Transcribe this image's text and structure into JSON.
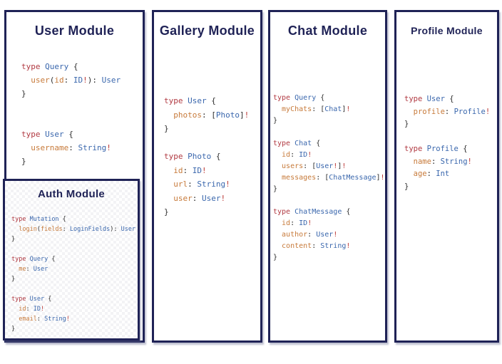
{
  "colors": {
    "navy": "#1f2256",
    "keyword_red": "#b13a42",
    "type_blue": "#3a67ad",
    "field_orange": "#c77a3a",
    "bang_red": "#bc3b38",
    "punct_dark": "#2e2e2e"
  },
  "modules": {
    "user": {
      "title": "User Module",
      "code": [
        [
          [
            "type",
            "k"
          ],
          [
            " ",
            "p"
          ],
          [
            "Query",
            "t"
          ],
          [
            " {",
            "p"
          ]
        ],
        [
          [
            "  user",
            "f"
          ],
          [
            "(",
            "p"
          ],
          [
            "id",
            "f"
          ],
          [
            ": ",
            "p"
          ],
          [
            "ID",
            "t"
          ],
          [
            "!",
            "b"
          ],
          [
            "): ",
            "p"
          ],
          [
            "User",
            "t"
          ]
        ],
        [
          [
            "}",
            "p"
          ]
        ],
        [],
        [],
        [
          [
            "type",
            "k"
          ],
          [
            " ",
            "p"
          ],
          [
            "User",
            "t"
          ],
          [
            " {",
            "p"
          ]
        ],
        [
          [
            "  username",
            "f"
          ],
          [
            ": ",
            "p"
          ],
          [
            "String",
            "t"
          ],
          [
            "!",
            "b"
          ]
        ],
        [
          [
            "}",
            "p"
          ]
        ]
      ]
    },
    "auth": {
      "title": "Auth Module",
      "code": [
        [
          [
            "type",
            "k"
          ],
          [
            " ",
            "p"
          ],
          [
            "Mutation",
            "t"
          ],
          [
            " {",
            "p"
          ]
        ],
        [
          [
            "  login",
            "f"
          ],
          [
            "(",
            "p"
          ],
          [
            "fields",
            "f"
          ],
          [
            ": ",
            "p"
          ],
          [
            "LoginFields",
            "t"
          ],
          [
            "): ",
            "p"
          ],
          [
            "User",
            "t"
          ]
        ],
        [
          [
            "}",
            "p"
          ]
        ],
        [],
        [
          [
            "type",
            "k"
          ],
          [
            " ",
            "p"
          ],
          [
            "Query",
            "t"
          ],
          [
            " {",
            "p"
          ]
        ],
        [
          [
            "  me",
            "f"
          ],
          [
            ": ",
            "p"
          ],
          [
            "User",
            "t"
          ]
        ],
        [
          [
            "}",
            "p"
          ]
        ],
        [],
        [
          [
            "type",
            "k"
          ],
          [
            " ",
            "p"
          ],
          [
            "User",
            "t"
          ],
          [
            " {",
            "p"
          ]
        ],
        [
          [
            "  id",
            "f"
          ],
          [
            ": ",
            "p"
          ],
          [
            "ID",
            "t"
          ],
          [
            "!",
            "b"
          ]
        ],
        [
          [
            "  email",
            "f"
          ],
          [
            ": ",
            "p"
          ],
          [
            "String",
            "t"
          ],
          [
            "!",
            "b"
          ]
        ],
        [
          [
            "}",
            "p"
          ]
        ]
      ]
    },
    "gallery": {
      "title": "Gallery Module",
      "code": [
        [
          [
            "type",
            "k"
          ],
          [
            " ",
            "p"
          ],
          [
            "User",
            "t"
          ],
          [
            " {",
            "p"
          ]
        ],
        [
          [
            "  photos",
            "f"
          ],
          [
            ": [",
            "p"
          ],
          [
            "Photo",
            "t"
          ],
          [
            "]",
            "p"
          ],
          [
            "!",
            "b"
          ]
        ],
        [
          [
            "}",
            "p"
          ]
        ],
        [],
        [
          [
            "type",
            "k"
          ],
          [
            " ",
            "p"
          ],
          [
            "Photo",
            "t"
          ],
          [
            " {",
            "p"
          ]
        ],
        [
          [
            "  id",
            "f"
          ],
          [
            ": ",
            "p"
          ],
          [
            "ID",
            "t"
          ],
          [
            "!",
            "b"
          ]
        ],
        [
          [
            "  url",
            "f"
          ],
          [
            ": ",
            "p"
          ],
          [
            "String",
            "t"
          ],
          [
            "!",
            "b"
          ]
        ],
        [
          [
            "  user",
            "f"
          ],
          [
            ": ",
            "p"
          ],
          [
            "User",
            "t"
          ],
          [
            "!",
            "b"
          ]
        ],
        [
          [
            "}",
            "p"
          ]
        ]
      ]
    },
    "chat": {
      "title": "Chat Module",
      "code": [
        [
          [
            "type",
            "k"
          ],
          [
            " ",
            "p"
          ],
          [
            "Query",
            "t"
          ],
          [
            " {",
            "p"
          ]
        ],
        [
          [
            "  myChats",
            "f"
          ],
          [
            ": [",
            "p"
          ],
          [
            "Chat",
            "t"
          ],
          [
            "]",
            "p"
          ],
          [
            "!",
            "b"
          ]
        ],
        [
          [
            "}",
            "p"
          ]
        ],
        [],
        [
          [
            "type",
            "k"
          ],
          [
            " ",
            "p"
          ],
          [
            "Chat",
            "t"
          ],
          [
            " {",
            "p"
          ]
        ],
        [
          [
            "  id",
            "f"
          ],
          [
            ": ",
            "p"
          ],
          [
            "ID",
            "t"
          ],
          [
            "!",
            "b"
          ]
        ],
        [
          [
            "  users",
            "f"
          ],
          [
            ": [",
            "p"
          ],
          [
            "User",
            "t"
          ],
          [
            "!",
            "b"
          ],
          [
            "]",
            "p"
          ],
          [
            "!",
            "b"
          ]
        ],
        [
          [
            "  messages",
            "f"
          ],
          [
            ": [",
            "p"
          ],
          [
            "ChatMessage",
            "t"
          ],
          [
            "]",
            "p"
          ],
          [
            "!",
            "b"
          ]
        ],
        [
          [
            "}",
            "p"
          ]
        ],
        [],
        [
          [
            "type",
            "k"
          ],
          [
            " ",
            "p"
          ],
          [
            "ChatMessage",
            "t"
          ],
          [
            " {",
            "p"
          ]
        ],
        [
          [
            "  id",
            "f"
          ],
          [
            ": ",
            "p"
          ],
          [
            "ID",
            "t"
          ],
          [
            "!",
            "b"
          ]
        ],
        [
          [
            "  author",
            "f"
          ],
          [
            ": ",
            "p"
          ],
          [
            "User",
            "t"
          ],
          [
            "!",
            "b"
          ]
        ],
        [
          [
            "  content",
            "f"
          ],
          [
            ": ",
            "p"
          ],
          [
            "String",
            "t"
          ],
          [
            "!",
            "b"
          ]
        ],
        [
          [
            "}",
            "p"
          ]
        ]
      ]
    },
    "profile": {
      "title": "Profile Module",
      "code": [
        [
          [
            "type",
            "k"
          ],
          [
            " ",
            "p"
          ],
          [
            "User",
            "t"
          ],
          [
            " {",
            "p"
          ]
        ],
        [
          [
            "  profile",
            "f"
          ],
          [
            ": ",
            "p"
          ],
          [
            "Profile",
            "t"
          ],
          [
            "!",
            "b"
          ]
        ],
        [
          [
            "}",
            "p"
          ]
        ],
        [],
        [
          [
            "type",
            "k"
          ],
          [
            " ",
            "p"
          ],
          [
            "Profile",
            "t"
          ],
          [
            " {",
            "p"
          ]
        ],
        [
          [
            "  name",
            "f"
          ],
          [
            ": ",
            "p"
          ],
          [
            "String",
            "t"
          ],
          [
            "!",
            "b"
          ]
        ],
        [
          [
            "  age",
            "f"
          ],
          [
            ": ",
            "p"
          ],
          [
            "Int",
            "t"
          ]
        ],
        [
          [
            "}",
            "p"
          ]
        ]
      ]
    }
  }
}
